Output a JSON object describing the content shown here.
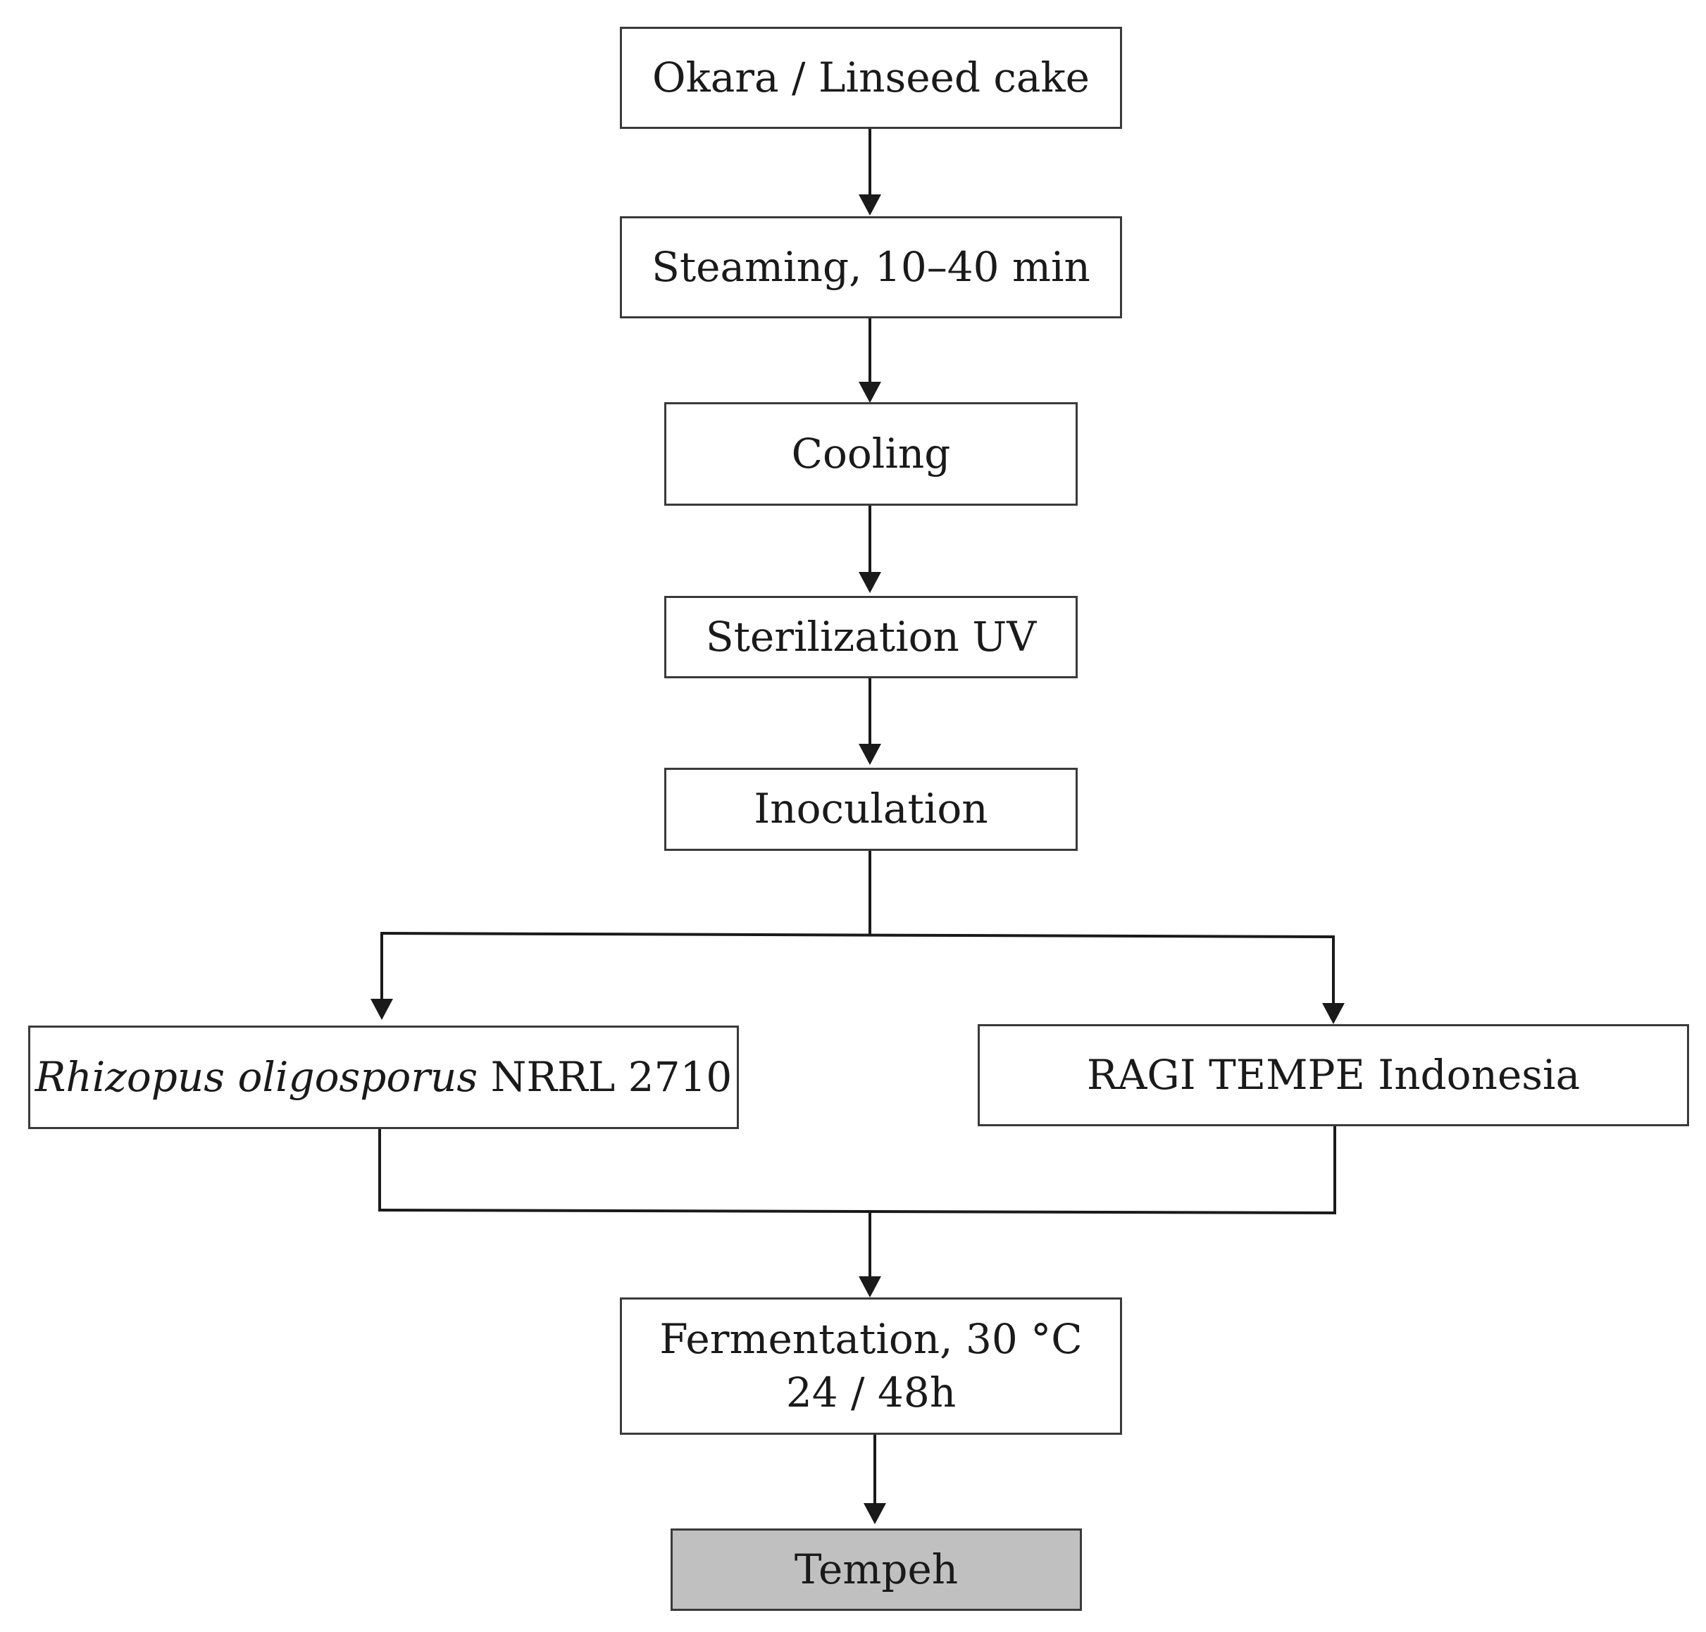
{
  "nodes": {
    "start": "Okara / Linseed cake",
    "steaming": "Steaming, 10–40 min",
    "cooling": "Cooling",
    "sterilization": "Sterilization UV",
    "inoculation": "Inoculation",
    "strain_left": {
      "italic": "Rhizopus oligosporus",
      "rest": " NRRL 2710"
    },
    "strain_right": "RAGI TEMPE Indonesia",
    "fermentation": {
      "line1": "Fermentation, 30 °C",
      "line2": "24 / 48h"
    },
    "product": "Tempeh"
  },
  "colors": {
    "box_border": "#3a3a3a",
    "arrow": "#1a1a1a",
    "final_fill": "#c0c0c0"
  }
}
